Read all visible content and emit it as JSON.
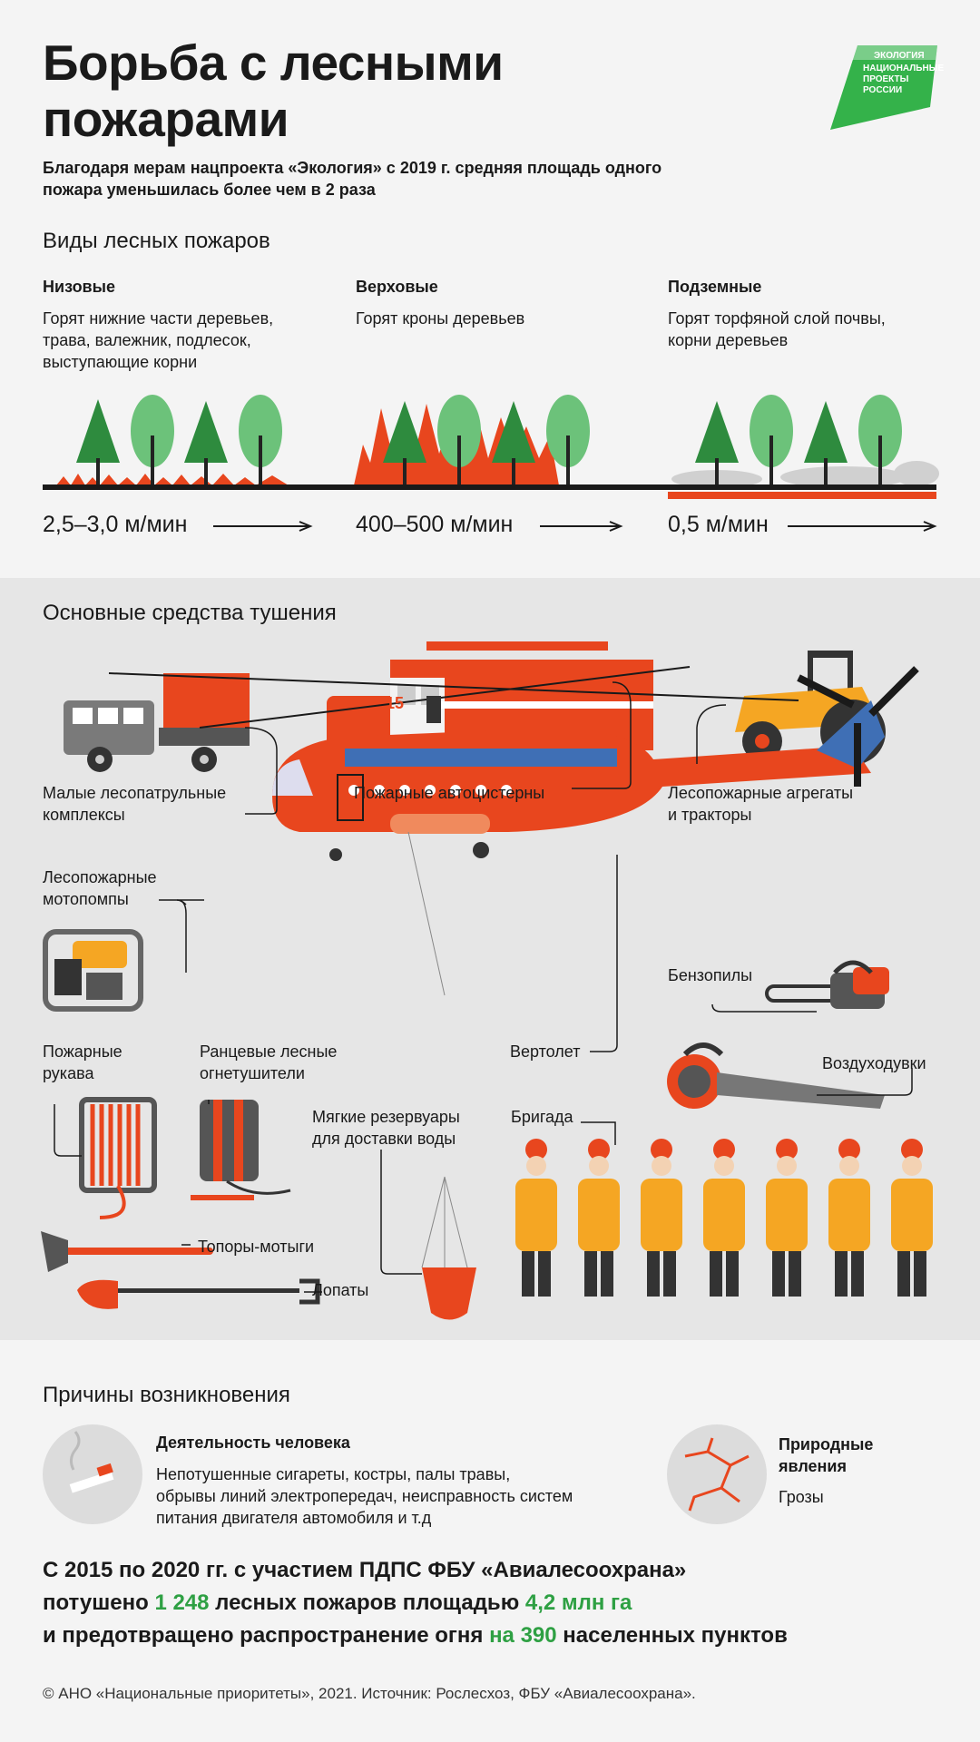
{
  "header": {
    "title_line1": "Борьба с лесными",
    "title_line2": "пожарами",
    "lead_line1": "Благодаря мерам нацпроекта «Экология» с 2019 г. средняя площадь одного",
    "lead_line2": "пожара уменьшилась более чем в 2 раза",
    "logo_top": "ЭКОЛОГИЯ",
    "logo_l1": "НАЦИОНАЛЬНЫЕ",
    "logo_l2": "ПРОЕКТЫ",
    "logo_l3": "РОССИИ"
  },
  "fire_types": {
    "title": "Виды лесных пожаров",
    "items": [
      {
        "name": "Низовые",
        "l1": "Горят нижние части деревьев,",
        "l2": "трава, валежник, подлесок,",
        "l3": "выступающие корни",
        "speed": "2,5–3,0 м/мин"
      },
      {
        "name": "Верховые",
        "l1": "Горят кроны деревьев",
        "l2": "",
        "l3": "",
        "speed": "400–500 м/мин"
      },
      {
        "name": "Подземные",
        "l1": "Горят торфяной слой почвы,",
        "l2": "корни деревьев",
        "l3": "",
        "speed": "0,5 м/мин"
      }
    ]
  },
  "means": {
    "title": "Основные средства тушения",
    "patrol_l1": "Малые лесопатрульные",
    "patrol_l2": "комплексы",
    "tanker": "Пожарные автоцистерны",
    "tanker_number": "15",
    "tractor_l1": "Лесопожарные агрегаты",
    "tractor_l2": "и тракторы",
    "pump_l1": "Лесопожарные",
    "pump_l2": "мотопомпы",
    "chainsaw": "Бензопилы",
    "helicopter": "Вертолет",
    "blower": "Воздуходувки",
    "hose_l1": "Пожарные",
    "hose_l2": "рукава",
    "backpack_l1": "Ранцевые лесные",
    "backpack_l2": "огнетушители",
    "reservoir_l1": "Мягкие резервуары",
    "reservoir_l2": "для доставки воды",
    "brigade": "Бригада",
    "axe": "Топоры-мотыги",
    "shovel": "Лопаты"
  },
  "causes": {
    "title": "Причины возникновения",
    "human_title": "Деятельность человека",
    "human_l1": "Непотушенные сигареты, костры, палы травы,",
    "human_l2": "обрывы линий электропередач, неисправность систем",
    "human_l3": "питания двигателя автомобиля и т.д",
    "nature_l1": "Природные",
    "nature_l2": "явления",
    "nature_text": "Грозы"
  },
  "stats": {
    "line1": "С 2015 по 2020 гг. с участием ПДПС ФБУ «Авиалесоохрана»",
    "l2a": "потушено ",
    "l2b": "1 248",
    "l2c": " лесных пожаров площадью ",
    "l2d": "4,2 млн га",
    "l3a": "и предотвращено распространение огня ",
    "l3b": "на 390",
    "l3c": " населенных пунктов"
  },
  "footer": "© АНО «Национальные приоритеты», 2021. Источник: Рослесхоз, ФБУ «Авиалесоохрана».",
  "colors": {
    "fire": "#e8461e",
    "tree_dark": "#2e8b3e",
    "tree_light": "#6cc27a",
    "accent": "#2ea043"
  }
}
